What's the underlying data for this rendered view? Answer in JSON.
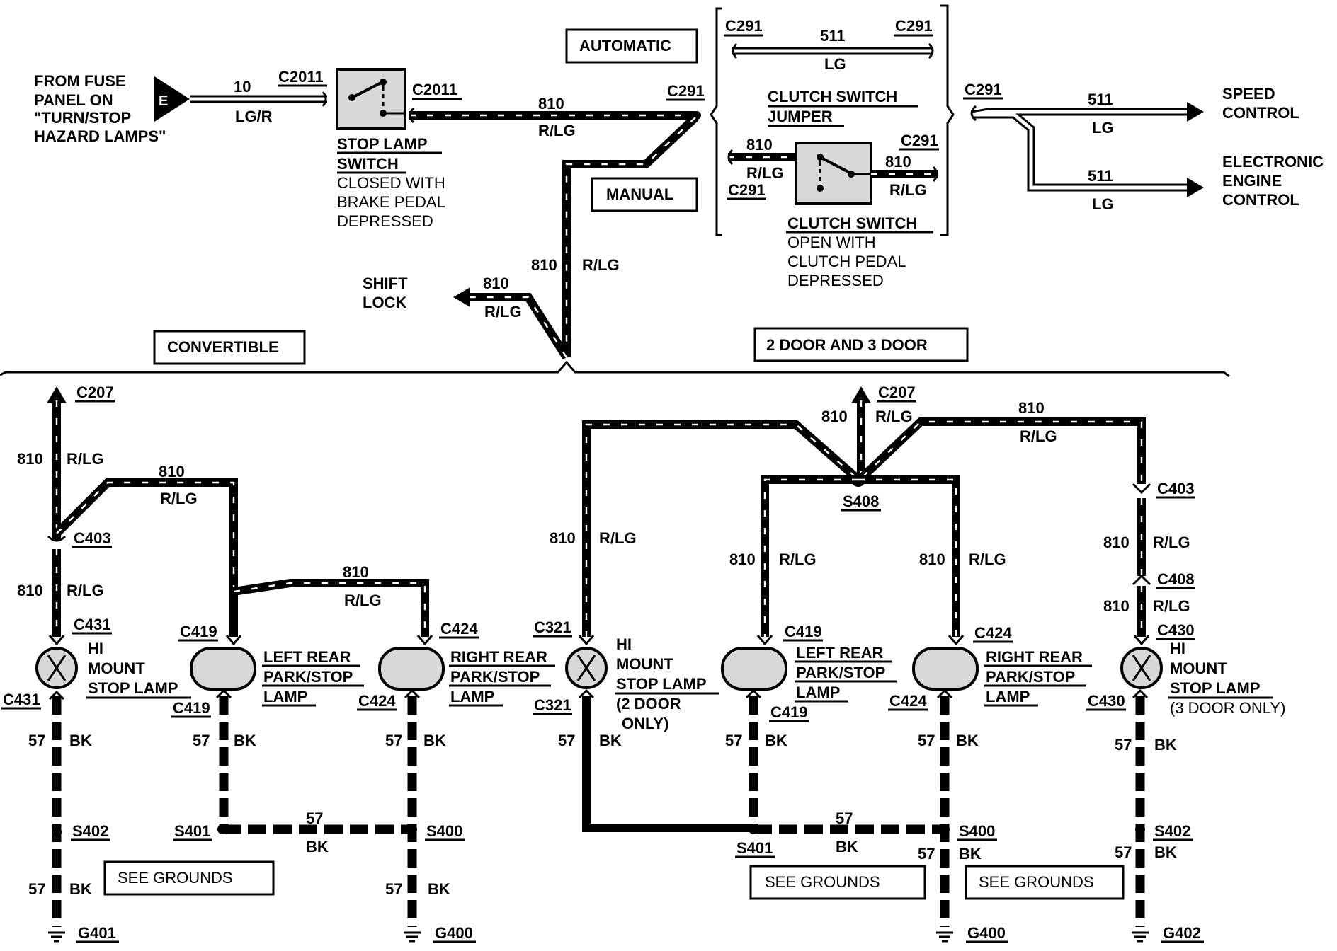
{
  "connectors": {
    "c2011_a": "C2011",
    "c2011_b": "C2011",
    "c291_top": "C291",
    "c291_j_left": "C291",
    "c291_j_right": "C291",
    "c291_c_left": "C291",
    "c291_c_right": "C291",
    "c291_out": "C291",
    "c207_left": "C207",
    "c207_right": "C207",
    "c403_left": "C403",
    "c403_right": "C403",
    "c408": "C408",
    "c431_top": "C431",
    "c431_bot": "C431",
    "c419_l_top": "C419",
    "c419_l_bot": "C419",
    "c424_l_top": "C424",
    "c424_l_bot": "C424",
    "c321_top": "C321",
    "c321_bot": "C321",
    "c419_r_top": "C419",
    "c419_r_bot": "C419",
    "c424_r_top": "C424",
    "c424_r_bot": "C424",
    "c430_top": "C430",
    "c430_bot": "C430"
  },
  "splices": {
    "s408": "S408",
    "s402_left": "S402",
    "s401_left": "S401",
    "s400_left": "S400",
    "s401_right": "S401",
    "s400_right": "S400",
    "s402_right": "S402"
  },
  "grounds": {
    "g401": "G401",
    "g400_left": "G400",
    "g400_right": "G400",
    "g402": "G402"
  },
  "fuse": {
    "line1": "FROM FUSE",
    "line2": "PANEL ON",
    "line3": "\"TURN/STOP",
    "line4": "HAZARD LAMPS\"",
    "symbol": "E",
    "circuit": "10",
    "color": "LG/R"
  },
  "stop_lamp_switch": {
    "line1": "STOP LAMP",
    "line2": "SWITCH",
    "line3": "CLOSED WITH",
    "line4": "BRAKE PEDAL",
    "line5": "DEPRESSED"
  },
  "clutch_jumper": {
    "line1": "CLUTCH SWITCH",
    "line2": "JUMPER",
    "circuit": "511",
    "color": "LG"
  },
  "clutch_switch": {
    "line1": "CLUTCH SWITCH",
    "line2": "OPEN WITH",
    "line3": "CLUTCH PEDAL",
    "line4": "DEPRESSED"
  },
  "boxes": {
    "automatic": "AUTOMATIC",
    "manual": "MANUAL",
    "convertible": "CONVERTIBLE",
    "two_three_door": "2 DOOR AND 3 DOOR",
    "see_grounds": "SEE GROUNDS"
  },
  "outputs": {
    "speed_line1": "SPEED",
    "speed_line2": "CONTROL",
    "eec_line1": "ELECTRONIC",
    "eec_line2": "ENGINE",
    "eec_line3": "CONTROL",
    "shift_line1": "SHIFT",
    "shift_line2": "LOCK"
  },
  "lamps": {
    "hi_mount_a": "HI",
    "hi_mount_b": "MOUNT",
    "hi_mount_c": "STOP LAMP",
    "two_door_a": "(2 DOOR",
    "two_door_b": "ONLY)",
    "three_door": "(3 DOOR ONLY)",
    "left_rear_a": "LEFT REAR",
    "right_rear_a": "RIGHT REAR",
    "park_stop": "PARK/STOP",
    "lamp": "LAMP"
  },
  "wires": {
    "n810": "810",
    "rlg": "R/LG",
    "n511": "511",
    "lg": "LG",
    "n57": "57",
    "bk": "BK"
  }
}
